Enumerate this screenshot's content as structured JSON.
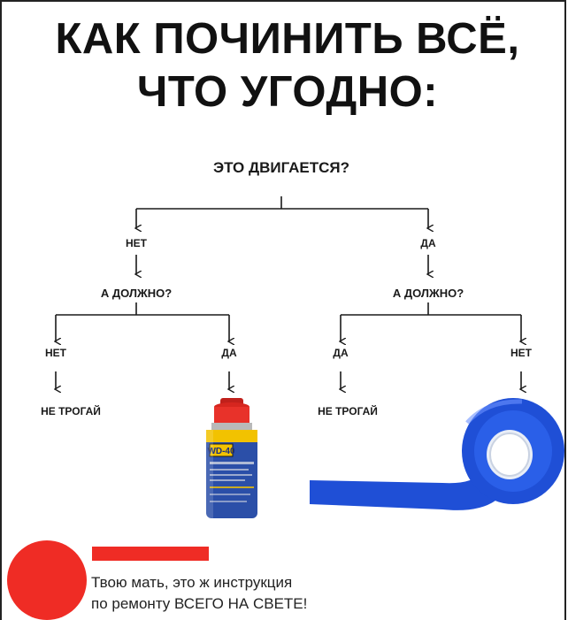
{
  "title": {
    "line1": "КАК ПОЧИНИТЬ ВСЁ,",
    "line2": "ЧТО УГОДНО:"
  },
  "flowchart": {
    "root_question": "ЭТО ДВИГАЕТСЯ?",
    "left_branch": {
      "answer": "НЕТ",
      "question": "А ДОЛЖНО?",
      "left_answer": "НЕТ",
      "left_result": "НЕ ТРОГАЙ",
      "right_answer": "ДА",
      "right_result_icon": "wd40-can-icon"
    },
    "right_branch": {
      "answer": "ДА",
      "question": "А ДОЛЖНО?",
      "left_answer": "ДА",
      "left_result": "НЕ ТРОГАЙ",
      "right_answer": "НЕТ",
      "right_result_icon": "duct-tape-icon"
    }
  },
  "can": {
    "brand": "WD-40"
  },
  "caption": {
    "line1": "Твою мать, это ж инструкция",
    "line2": "по ремонту ВСЕГО НА СВЕТЕ!"
  },
  "colors": {
    "accent_red": "#ef2c25",
    "tape_blue": "#1f4fd6",
    "can_blue": "#2b4fa8",
    "can_yellow": "#f2c200",
    "text": "#1a1a1a"
  }
}
